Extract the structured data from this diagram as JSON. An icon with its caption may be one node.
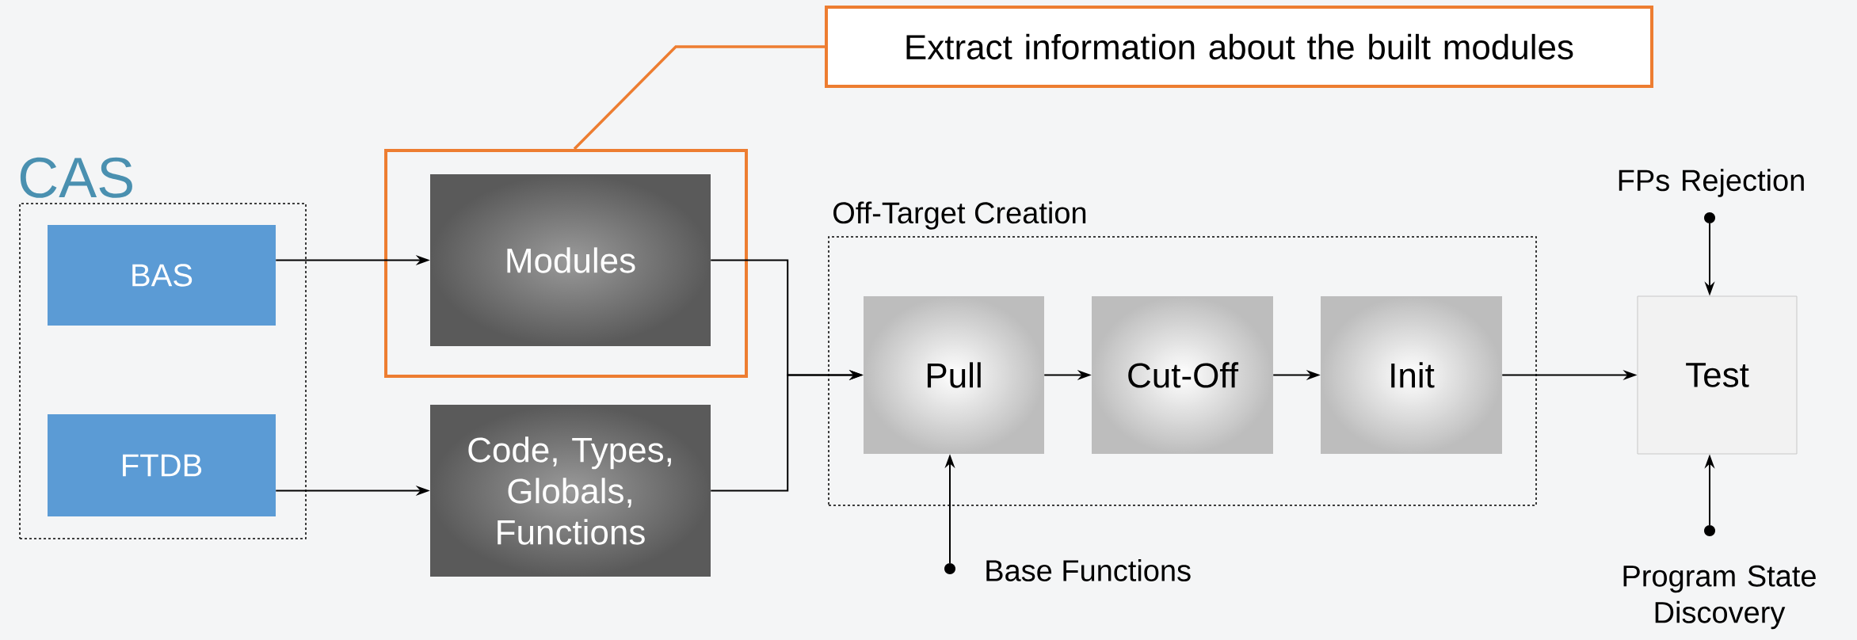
{
  "diagram": {
    "nodes": [
      {
        "text": [
          "Extract information about the built modules"
        ]
      },
      {
        "text": [
          "CAS"
        ]
      },
      {
        "text": [
          "BAS"
        ],
        "in": 1
      },
      {
        "text": [
          "FTDB"
        ],
        "in": 1
      },
      {
        "text": [],
        "shape": "box"
      },
      {
        "text": [
          "Modules"
        ],
        "in": 4
      },
      {
        "text": [
          "Code, Types, Globals, Functions"
        ]
      },
      {
        "text": [
          "Off-Target Creation"
        ]
      },
      {
        "text": [
          "Pull"
        ],
        "in": 7
      },
      {
        "text": [
          "Cut-Off"
        ],
        "in": 7
      },
      {
        "text": [
          "Init"
        ],
        "in": 7
      },
      {
        "text": [
          "FPs Rejection"
        ]
      },
      {
        "text": [
          "Test"
        ]
      },
      {
        "text": [
          "Base Functions"
        ]
      },
      {
        "text": [
          "Program State Discovery"
        ]
      }
    ],
    "edges": [
      {
        "from": 0,
        "to": 4,
        "arrow": "none",
        "color": "#ed7d31"
      },
      {
        "from": 2,
        "to": 5,
        "arrow": "to"
      },
      {
        "from": 3,
        "to": 6,
        "arrow": "to"
      },
      {
        "from": 5,
        "to": 8,
        "arrow": "to"
      },
      {
        "from": 6,
        "to": 8,
        "arrow": "to"
      },
      {
        "from": 8,
        "to": 9,
        "arrow": "to"
      },
      {
        "from": 9,
        "to": 10,
        "arrow": "to"
      },
      {
        "from": 10,
        "to": 12,
        "arrow": "to"
      },
      {
        "from": 13,
        "to": 8,
        "arrow": "to"
      },
      {
        "from": 11,
        "to": 12,
        "arrow": "to"
      },
      {
        "from": 14,
        "to": 12,
        "arrow": "to"
      }
    ]
  }
}
